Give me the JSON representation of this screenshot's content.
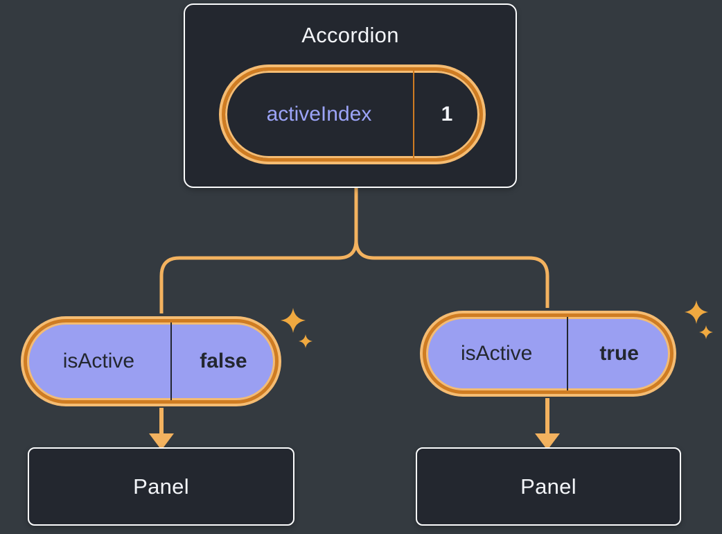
{
  "colors": {
    "background": "#343a40",
    "box_fill": "#23272f",
    "box_border": "#fbfcfd",
    "pill_purple": "#9a9ff2",
    "orange_border": "#cf7c22",
    "orange_halo": "#f5bc72",
    "connector": "#f3b25f",
    "sparkle": "#f0a940",
    "purple_text": "#9ca4f8",
    "light_text": "#f3f5f9",
    "dark_text": "#23272f"
  },
  "accordion": {
    "title": "Accordion",
    "state_pill": {
      "label": "activeIndex",
      "value": "1"
    }
  },
  "left_branch": {
    "prop_pill": {
      "label": "isActive",
      "value": "false"
    },
    "panel": {
      "title": "Panel"
    }
  },
  "right_branch": {
    "prop_pill": {
      "label": "isActive",
      "value": "true"
    },
    "panel": {
      "title": "Panel"
    }
  }
}
